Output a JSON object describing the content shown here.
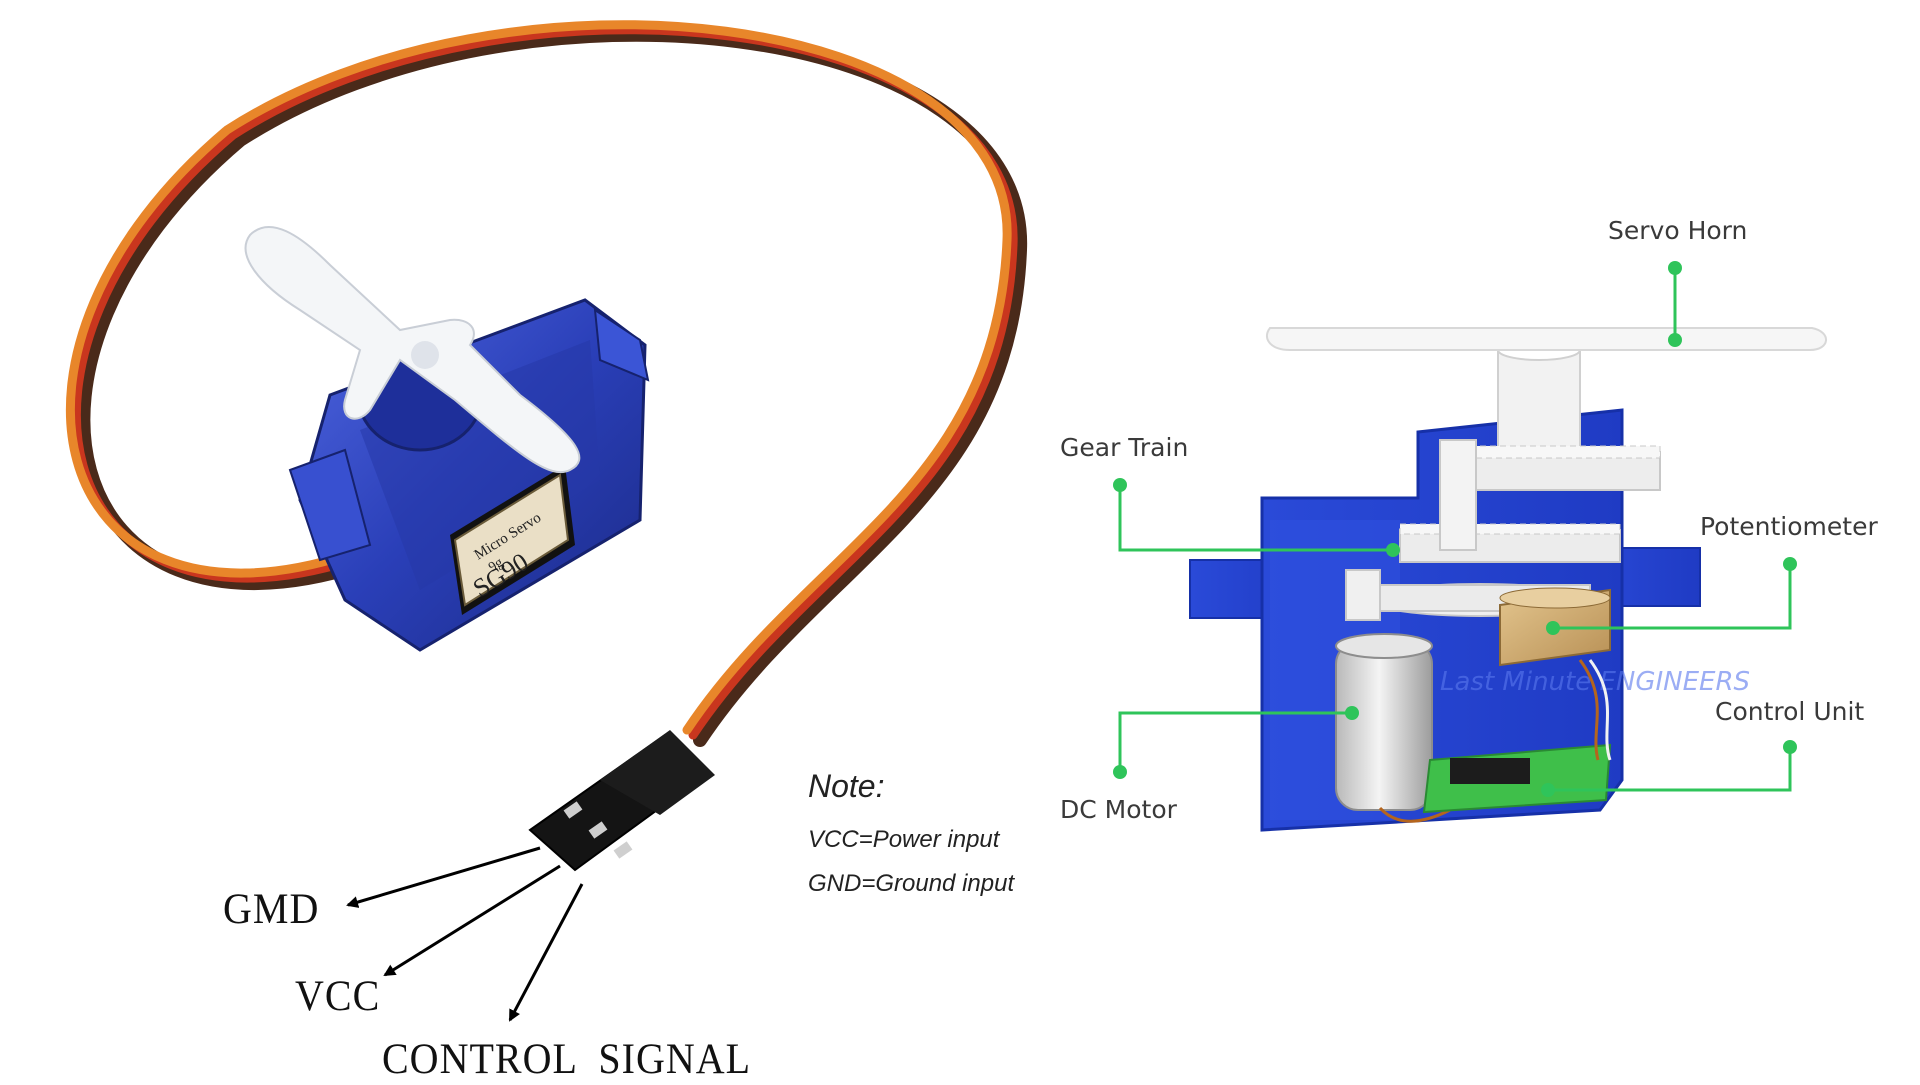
{
  "pin_labels": {
    "gnd": "GMD",
    "vcc": "VCC",
    "signal": "CONTROL  SIGNAL"
  },
  "note": {
    "title": "Note:",
    "line1": "VCC=Power input",
    "line2": "GND=Ground input"
  },
  "servo_case_text": {
    "line1": "Micro Servo",
    "line2": "9g",
    "model": "SG90"
  },
  "watermark": "Last Minute ENGINEERS",
  "callouts": {
    "servo_horn": "Servo Horn",
    "gear_train": "Gear Train",
    "potentiometer": "Potentiometer",
    "control_unit": "Control Unit",
    "dc_motor": "DC Motor"
  },
  "colors": {
    "servo_blue": "#2a3fb8",
    "wire_orange": "#e8862a",
    "wire_red": "#c9361e",
    "wire_brown": "#4a2a1a",
    "leader_green": "#2fc45a",
    "gear_white": "#f2f2f2"
  },
  "icons": [
    "arrow-icon"
  ]
}
